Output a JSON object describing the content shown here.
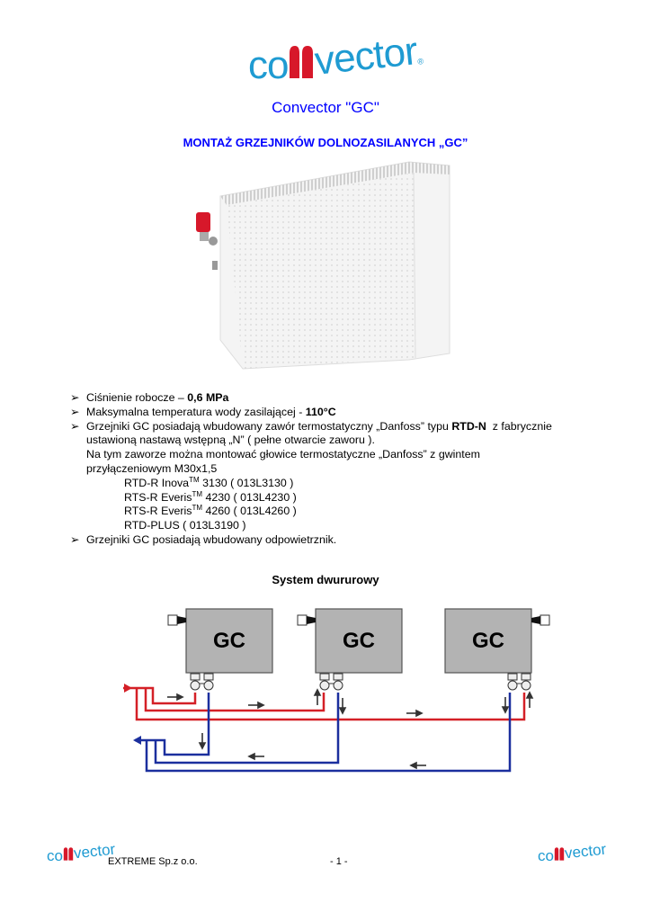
{
  "logo": {
    "brand_text": "convector"
  },
  "title": "Convector \"GC\"",
  "heading": "MONTAŻ GRZEJNIKÓW DOLNOZASILANYCH „GC”",
  "list": {
    "item1": {
      "text": "Ciśnienie robocze – ",
      "bold": "0,6 MPa"
    },
    "item2": {
      "text": "Maksymalna temperatura wody zasilającej - ",
      "bold": "110°C"
    },
    "item3": {
      "text_a": "Grzejniki GC posiadają wbudowany zawór termostatyczny „Danfoss” typu ",
      "bold": "RTD-N",
      "text_b": "  z fabrycznie",
      "line2": "ustawioną nastawą wstępną „N” ( pełne otwarcie zaworu ).",
      "line3": "Na tym zaworze można montować głowice termostatyczne „Danfoss” z gwintem",
      "line4": "przyłączeniowym M30x1,5",
      "models": [
        {
          "name": "RTD-R Inova",
          "tm": "TM",
          "rest": " 3130 ( 013L3130 )"
        },
        {
          "name": "RTS-R Everis",
          "tm": "TM",
          "rest": " 4230 ( 013L4230 )"
        },
        {
          "name": "RTS-R Everis",
          "tm": "TM",
          "rest": " 4260 ( 013L4260 )"
        },
        {
          "name": "RTD-PLUS ( 013L3190 )",
          "tm": "",
          "rest": ""
        }
      ]
    },
    "item4": {
      "text": "Grzejniki GC posiadają wbudowany odpowietrznik."
    },
    "bullet": "➢"
  },
  "diagram": {
    "title": "System dwururowy",
    "box_label": "GC",
    "supply_color": "#d42027",
    "return_color": "#1b2f9e"
  },
  "footer": {
    "company": "EXTREME Sp.z o.o.",
    "page": "- 1 -"
  },
  "colors": {
    "brand_blue": "#1f9bd2",
    "brand_red": "#d7182a",
    "title_blue": "#0000ff"
  }
}
